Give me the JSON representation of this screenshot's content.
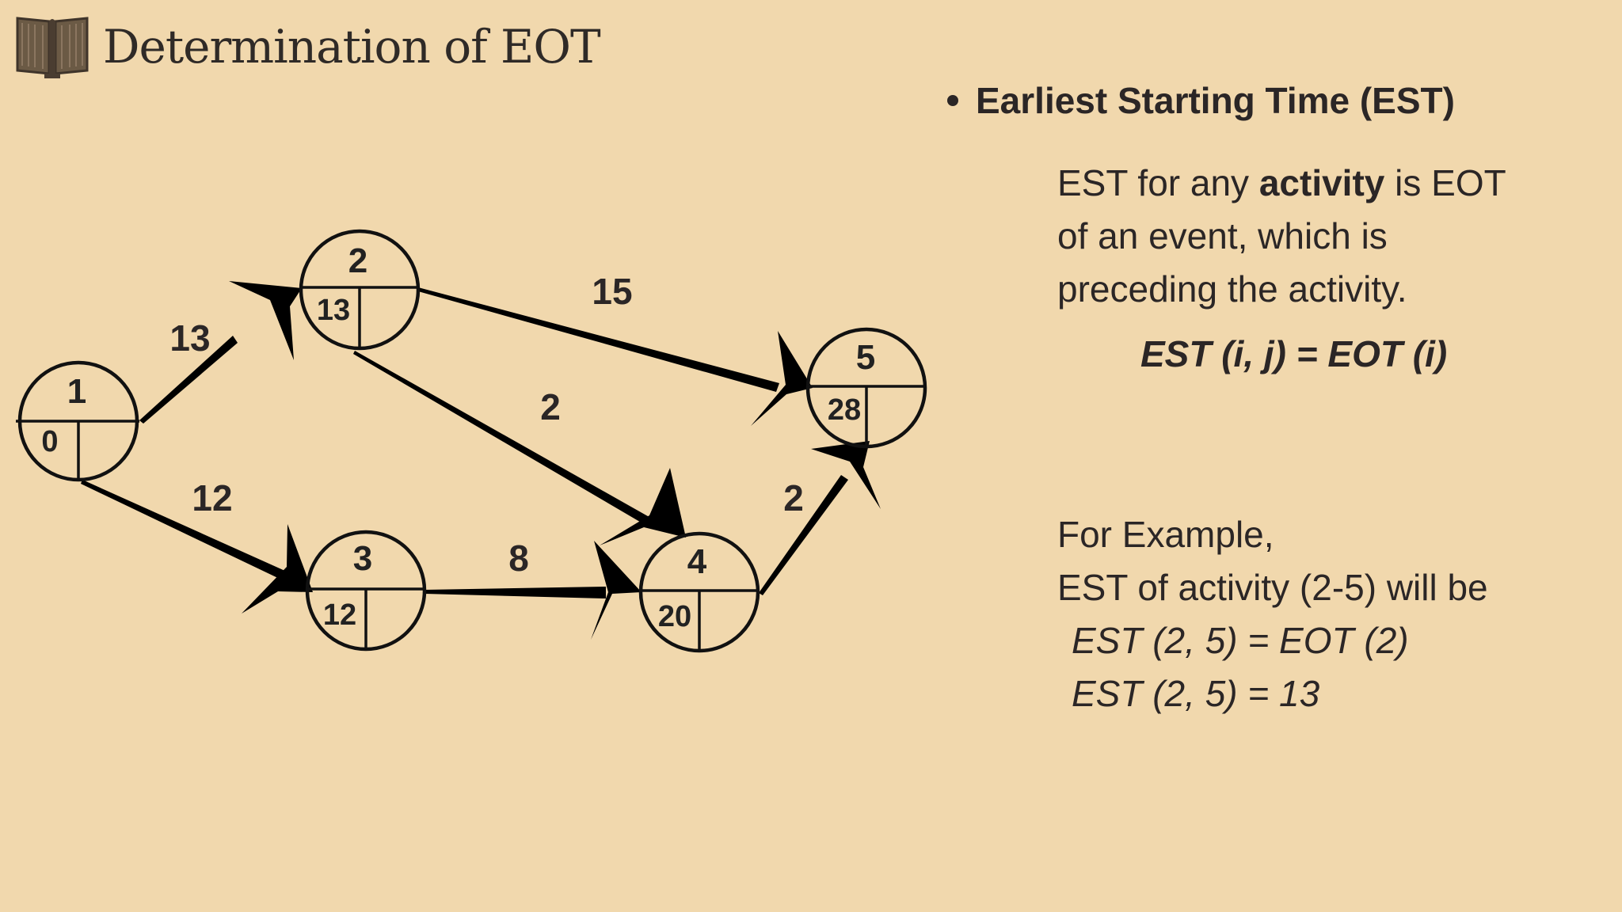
{
  "title": "Determination of EOT",
  "header": {
    "icon": "open-book-icon"
  },
  "network": {
    "nodes": [
      {
        "id": "1",
        "eot": "0"
      },
      {
        "id": "2",
        "eot": "13"
      },
      {
        "id": "3",
        "eot": "12"
      },
      {
        "id": "4",
        "eot": "20"
      },
      {
        "id": "5",
        "eot": "28"
      }
    ],
    "activities": [
      {
        "from": "1",
        "to": "2",
        "duration": "13"
      },
      {
        "from": "1",
        "to": "3",
        "duration": "12"
      },
      {
        "from": "2",
        "to": "5",
        "duration": "15"
      },
      {
        "from": "2",
        "to": "4",
        "duration": "2"
      },
      {
        "from": "3",
        "to": "4",
        "duration": "8"
      },
      {
        "from": "4",
        "to": "5",
        "duration": "2"
      }
    ]
  },
  "est": {
    "heading": "Earliest Starting Time (EST)",
    "definition_line1_pre": "EST for any ",
    "definition_line1_bold": "activity",
    "definition_line1_post": " is EOT",
    "definition_line2": "of an event, which is",
    "definition_line3": "preceding the activity.",
    "formula": "EST (i, j) = EOT (i)"
  },
  "example": {
    "line1": "For Example,",
    "line2": "EST of activity (2-5) will be",
    "eq1": "EST (2, 5) = EOT (2)",
    "eq2": "EST (2, 5) = 13"
  }
}
